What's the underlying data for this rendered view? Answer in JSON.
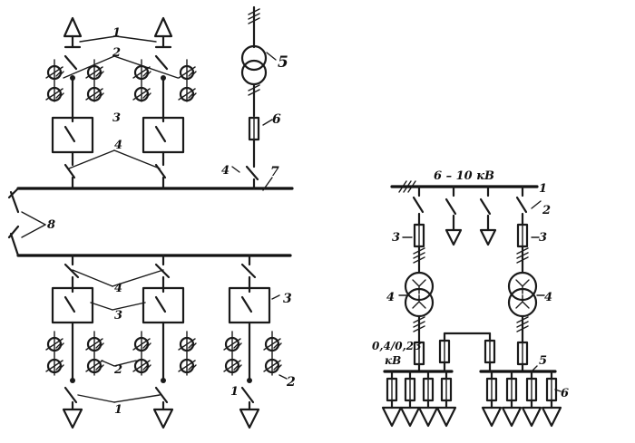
{
  "labels": {
    "n1": "1",
    "n2": "2",
    "n3": "3",
    "n4": "4",
    "n5": "5",
    "n6": "6",
    "n7": "7",
    "n8": "8",
    "voltage_hv": "6 – 10 кВ",
    "voltage_lv_num": "0,4/0,23",
    "voltage_lv_unit": "кВ"
  },
  "colors": {
    "ink": "#1a1a1a",
    "paper": "#ffffff"
  }
}
